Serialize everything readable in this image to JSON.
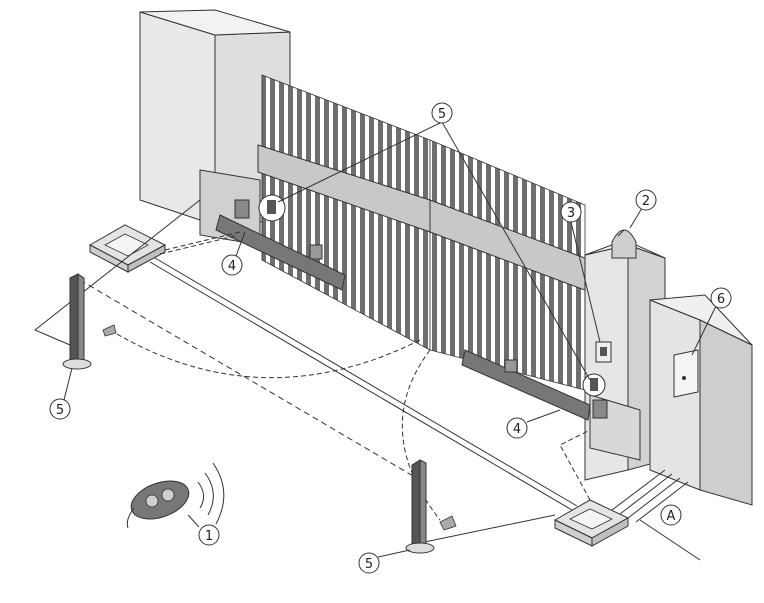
{
  "callouts": [
    {
      "id": "c1",
      "label": "1"
    },
    {
      "id": "c2",
      "label": "2"
    },
    {
      "id": "c3",
      "label": "3"
    },
    {
      "id": "c4a",
      "label": "4"
    },
    {
      "id": "c4b",
      "label": "4"
    },
    {
      "id": "c5top",
      "label": "5"
    },
    {
      "id": "c5left",
      "label": "5"
    },
    {
      "id": "c5bottom",
      "label": "5"
    },
    {
      "id": "c6",
      "label": "6"
    },
    {
      "id": "cA",
      "label": "A"
    }
  ],
  "colors": {
    "wall_light": "#ececec",
    "wall_mid": "#d6d6d6",
    "wall_dark": "#c4c4c4",
    "bar_dark": "#6e6e6e",
    "actuator": "#777777",
    "outline": "#333333",
    "lamp": "#cfcfcf"
  },
  "icons": [
    "remote-control-icon",
    "flashing-lamp-icon",
    "key-selector-icon",
    "photocell-icon",
    "control-unit-icon",
    "gate-actuator-icon"
  ]
}
